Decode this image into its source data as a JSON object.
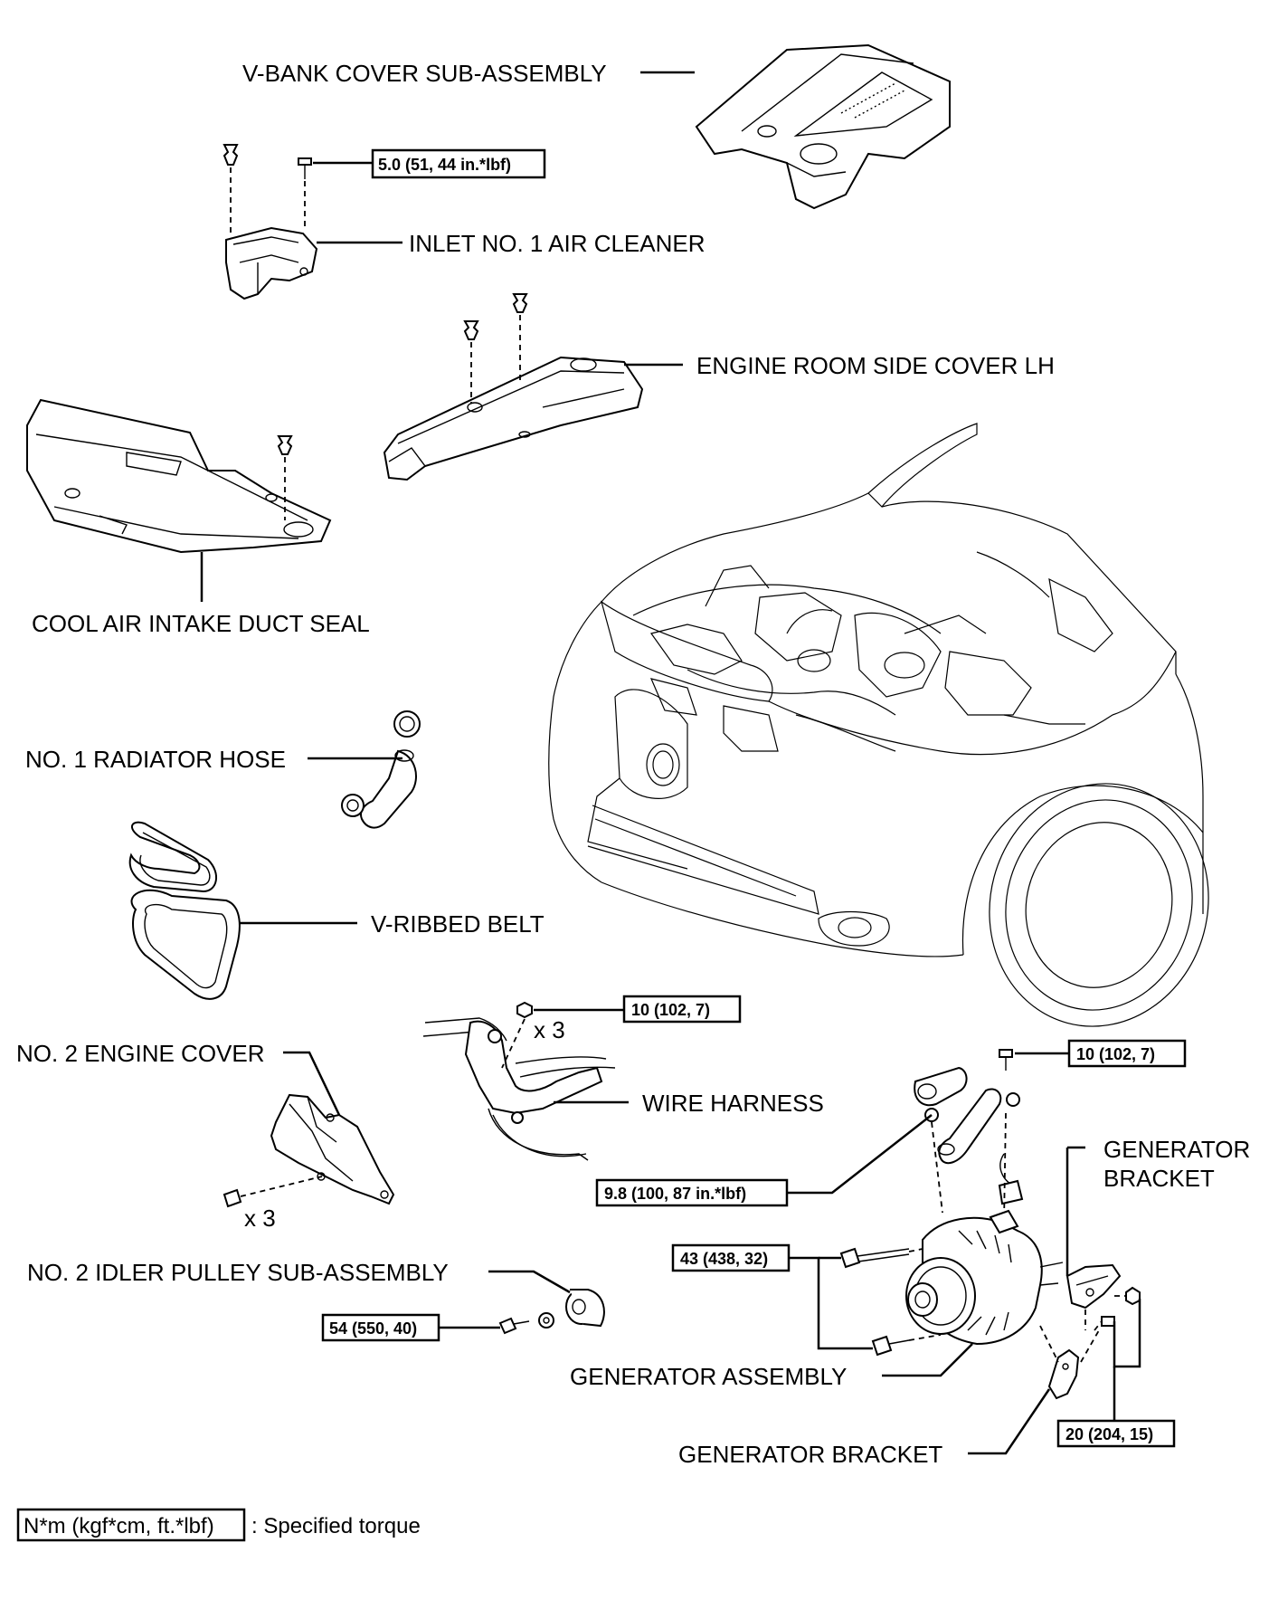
{
  "labels": {
    "v_bank_cover": "V-BANK COVER SUB-ASSEMBLY",
    "inlet_air_cleaner": "INLET NO. 1 AIR CLEANER",
    "engine_room_side_cover": "ENGINE ROOM SIDE COVER LH",
    "cool_air_intake": "COOL AIR INTAKE DUCT SEAL",
    "radiator_hose": "NO. 1 RADIATOR HOSE",
    "v_ribbed_belt": "V-RIBBED BELT",
    "engine_cover_2": "NO. 2 ENGINE COVER",
    "wire_harness": "WIRE HARNESS",
    "generator_bracket_right_line1": "GENERATOR",
    "generator_bracket_right_line2": "BRACKET",
    "idler_pulley": "NO. 2 IDLER PULLEY SUB-ASSEMBLY",
    "generator_assembly": "GENERATOR ASSEMBLY",
    "generator_bracket_bottom": "GENERATOR BRACKET"
  },
  "torques": {
    "air_cleaner_bolt": "5.0 (51, 44 in.*lbf)",
    "wire_harness_bolts": "10 (102, 7)",
    "generator_terminal_bolt": "10 (102, 7)",
    "generator_nut": "9.8 (100, 87 in.*lbf)",
    "generator_bolts": "43 (438, 32)",
    "idler_pulley_bolt": "54 (550, 40)",
    "bracket_bolts": "20 (204, 15)"
  },
  "quantities": {
    "wire_harness_qty": "x 3",
    "engine_cover_qty": "x 3"
  },
  "legend": {
    "box_text": "N*m (kgf*cm, ft.*lbf)",
    "description": ": Specified torque"
  }
}
